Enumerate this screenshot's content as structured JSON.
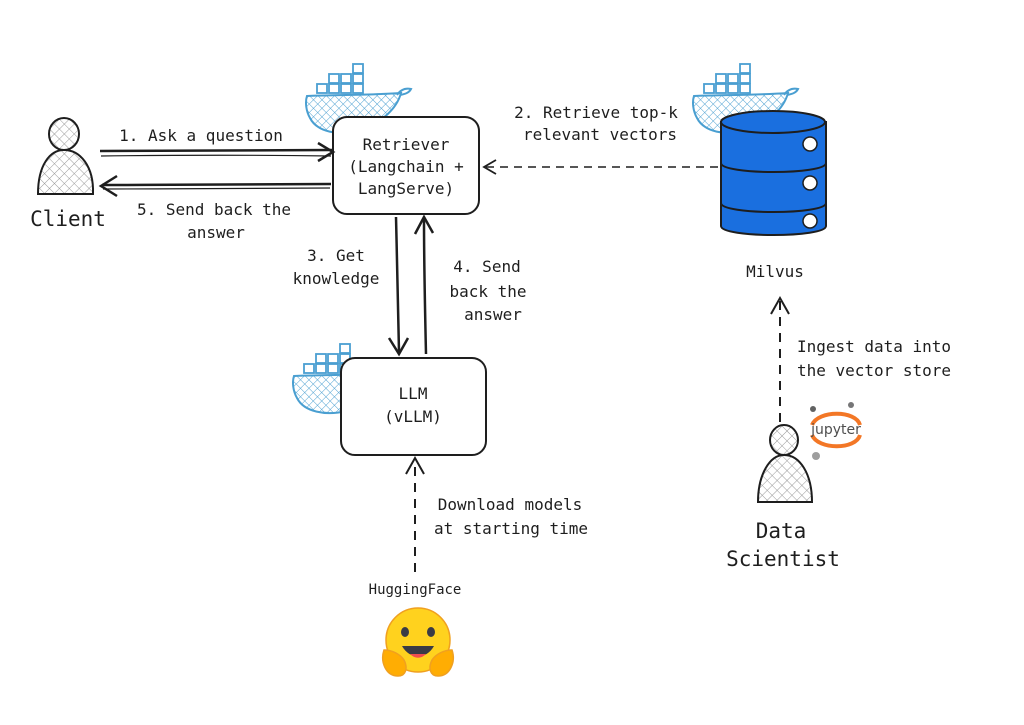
{
  "nodes": {
    "client": {
      "label": "Client"
    },
    "retriever": {
      "line1": "Retriever",
      "line2": "(Langchain +",
      "line3": "LangServe)"
    },
    "llm": {
      "line1": "LLM",
      "line2": "(vLLM)"
    },
    "milvus": {
      "label": "Milvus"
    },
    "huggingface": {
      "label": "HuggingFace"
    },
    "data_scientist": {
      "line1": "Data",
      "line2": "Scientist"
    },
    "jupyter": {
      "label": "jupyter"
    }
  },
  "edges": {
    "ask": {
      "text": "1. Ask a question"
    },
    "retrieve": {
      "line1": "2. Retrieve top-k",
      "line2": "relevant vectors"
    },
    "get_knowledge": {
      "line1": "3. Get",
      "line2": "knowledge"
    },
    "send_back_llm": {
      "line1": "4. Send",
      "line2": "back the",
      "line3": "answer"
    },
    "send_back_client": {
      "line1": "5. Send back the",
      "line2": "answer"
    },
    "ingest": {
      "line1": "Ingest data into",
      "line2": "the vector store"
    },
    "download": {
      "line1": "Download models",
      "line2": "at starting time"
    }
  },
  "colors": {
    "stroke": "#1e1e1e",
    "docker": "#4a9fd1",
    "milvus": "#1a6fdf",
    "jupyter": "#f37726",
    "hug": "#ffd21e"
  },
  "icons": [
    "docker-whale-icon",
    "database-icon",
    "person-icon",
    "jupyter-logo-icon",
    "hugging-face-emoji-icon"
  ]
}
